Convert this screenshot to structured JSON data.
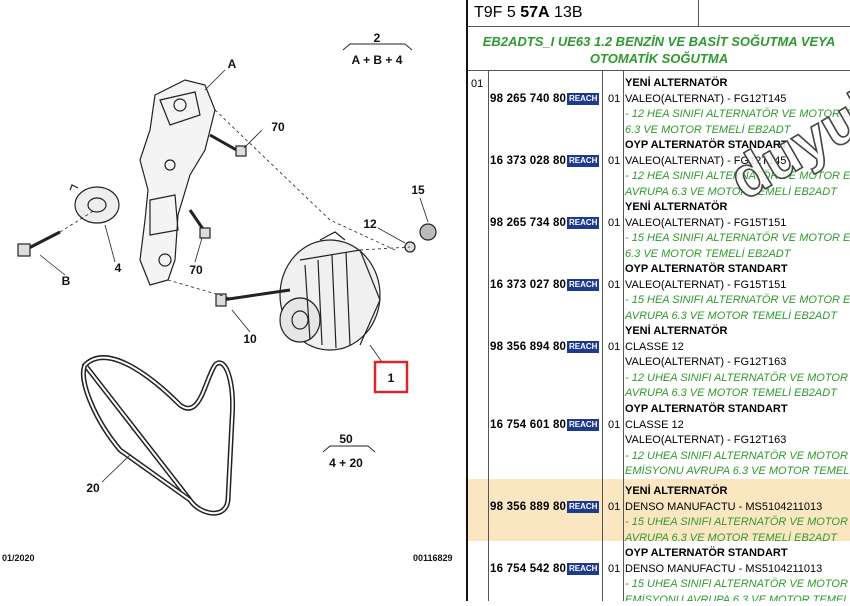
{
  "header": {
    "prefix": "T9F 5 ",
    "bold": "57A",
    "suffix": " 13B"
  },
  "engine": {
    "line1": "EB2ADTS_I UE63 1.2 BENZİN VE BASİT SOĞUTMA VEYA ",
    "line2": "OTOMATİK SOĞUTMA"
  },
  "segment": "01",
  "diagram": {
    "callouts": [
      "2",
      "A + B + 4",
      "A",
      "70",
      "15",
      "12",
      "4",
      "B",
      "70",
      "10",
      "1",
      "50",
      "4 + 20",
      "20"
    ],
    "date": "01/2020",
    "ref": "00116829",
    "highlight_part": "1"
  },
  "watermark": "duyukoto.com",
  "rows": [
    {
      "pn": "98 265 740 80",
      "badge": "REACH",
      "qty": "01",
      "title": "YENİ ALTERNATÖR",
      "lines": [
        "VALEO(ALTERNAT) - FG12T145"
      ],
      "green": [
        "- 12 HEA SINIFI ALTERNATÖR VE MOTOR E",
        "6.3 VE MOTOR TEMELİ EB2ADT"
      ],
      "highlight": false
    },
    {
      "pn": "16 373 028 80",
      "badge": "REACH",
      "qty": "01",
      "title": "OYP ALTERNATÖR STANDART",
      "lines": [
        "VALEO(ALTERNAT) - FG12T145"
      ],
      "green": [
        "- 12 HEA SINIFI ALTERNATÖR VE MOTOR E",
        "AVRUPA 6.3 VE MOTOR TEMELİ EB2ADT"
      ],
      "highlight": false
    },
    {
      "pn": "98 265 734 80",
      "badge": "REACH",
      "qty": "01",
      "title": "YENİ ALTERNATÖR",
      "lines": [
        "VALEO(ALTERNAT) - FG15T151"
      ],
      "green": [
        "- 15 HEA SINIFI ALTERNATÖR VE MOTOR E",
        "6.3 VE MOTOR TEMELİ EB2ADT"
      ],
      "highlight": false
    },
    {
      "pn": "16 373 027 80",
      "badge": "REACH",
      "qty": "01",
      "title": "OYP ALTERNATÖR STANDART",
      "lines": [
        "VALEO(ALTERNAT) - FG15T151"
      ],
      "green": [
        "- 15 HEA SINIFI ALTERNATÖR VE MOTOR E",
        "AVRUPA 6.3 VE MOTOR TEMELİ EB2ADT"
      ],
      "highlight": false
    },
    {
      "pn": "98 356 894 80",
      "badge": "REACH",
      "qty": "01",
      "title": "YENİ ALTERNATÖR",
      "lines": [
        "CLASSE 12",
        "VALEO(ALTERNAT) - FG12T163"
      ],
      "green": [
        "- 12 UHEA SINIFI ALTERNATÖR VE MOTOR",
        "AVRUPA 6.3 VE MOTOR TEMELİ EB2ADT"
      ],
      "highlight": false
    },
    {
      "pn": "16 754 601 80",
      "badge": "REACH",
      "qty": "01",
      "title": "OYP ALTERNATÖR STANDART",
      "lines": [
        "CLASSE 12",
        "VALEO(ALTERNAT) - FG12T163"
      ],
      "green": [
        "- 12 UHEA SINIFI ALTERNATÖR VE MOTOR",
        "EMİSYONU AVRUPA 6.3 VE MOTOR TEMEL"
      ],
      "highlight": false
    },
    {
      "pn": "98 356 889 80",
      "badge": "REACH",
      "qty": "01",
      "title": "YENİ ALTERNATÖR",
      "lines": [
        "DENSO MANUFACTU - MS5104211013"
      ],
      "green": [
        "- 15 UHEA SINIFI ALTERNATÖR VE MOTOR",
        "AVRUPA 6.3 VE MOTOR TEMELİ EB2ADT"
      ],
      "highlight": true
    },
    {
      "pn": "16 754 542 80",
      "badge": "REACH",
      "qty": "01",
      "title": "OYP ALTERNATÖR STANDART",
      "lines": [
        "DENSO MANUFACTU - MS5104211013"
      ],
      "green": [
        "- 15 UHEA SINIFI ALTERNATÖR VE MOTOR",
        "EMİSYONU AVRUPA 6.3 VE MOTOR TEMEL"
      ],
      "highlight": false
    }
  ]
}
